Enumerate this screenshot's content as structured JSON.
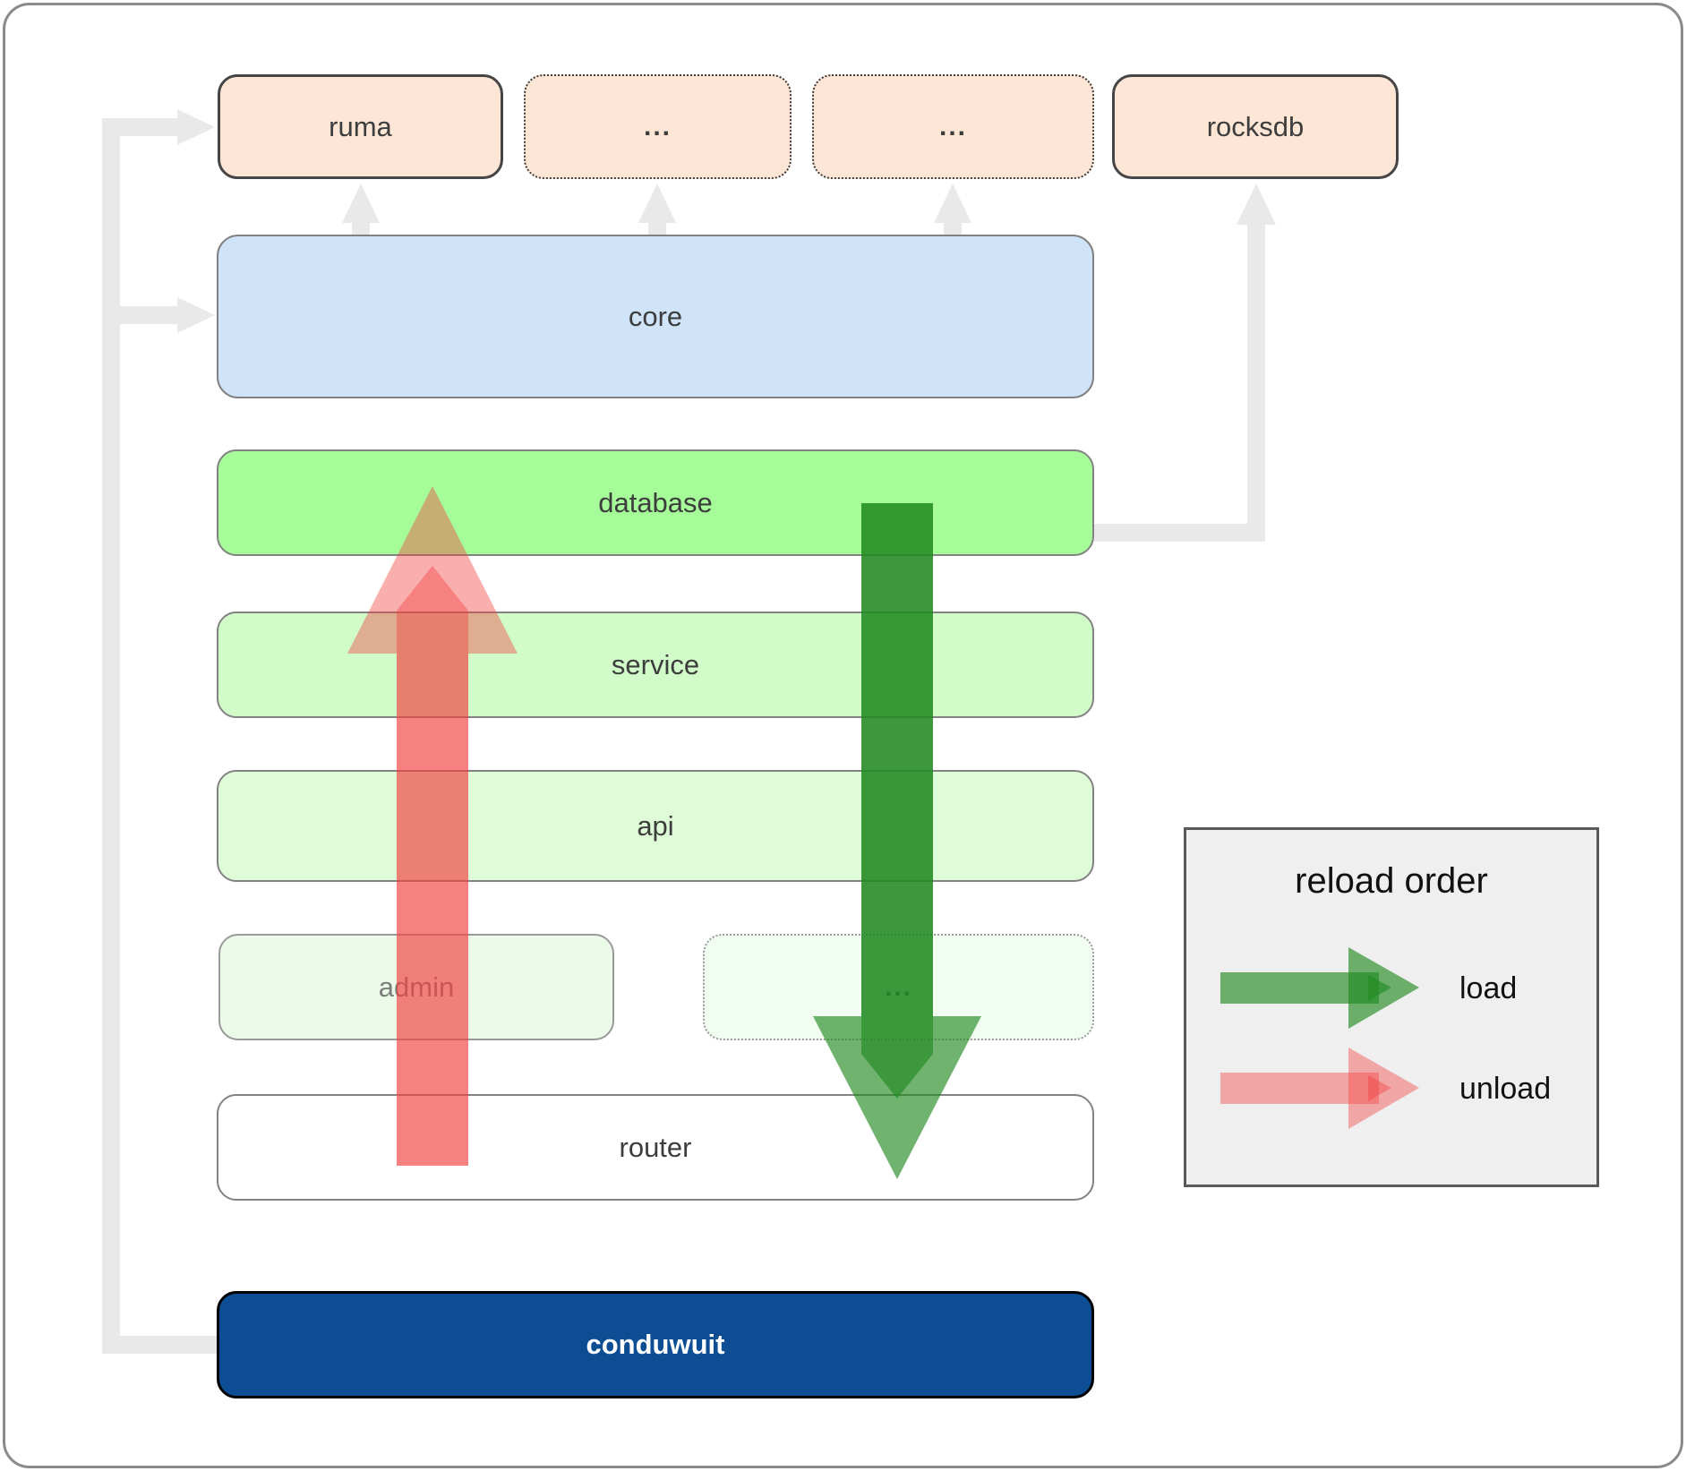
{
  "diagram": {
    "nodes": {
      "ruma": {
        "label": "ruma"
      },
      "dots_top_1": {
        "label": "..."
      },
      "dots_top_2": {
        "label": "..."
      },
      "rocksdb": {
        "label": "rocksdb"
      },
      "core": {
        "label": "core"
      },
      "database": {
        "label": "database"
      },
      "service": {
        "label": "service"
      },
      "api": {
        "label": "api"
      },
      "admin": {
        "label": "admin"
      },
      "dots_admin": {
        "label": "..."
      },
      "router": {
        "label": "router"
      },
      "conduwuit": {
        "label": "conduwuit"
      }
    },
    "legend": {
      "title": "reload order",
      "load_label": "load",
      "unload_label": "unload"
    }
  },
  "colors": {
    "frame-border": "#8a8a8a",
    "connector": "#e9e9e9",
    "label": "#3d3d3d",
    "peach-fill": "#fde6d6",
    "peach-border": "#454545",
    "dotted-border": "#3c3c3c",
    "core-fill": "#cfe4f9",
    "row-border": "#828282",
    "db-fill": "#a6fc99",
    "service-fill": "#d1fbc9",
    "api-fill": "#ddfcd7",
    "admin-fill": "#ecfae9",
    "admin-border": "#9a9a9a",
    "admin-text": "#7d7d7d",
    "dots-admin-fill": "#f2fdf1",
    "router-fill": "#ffffff",
    "conduwuit-fill": "#0d4d94",
    "conduwuit-border": "#000000",
    "legend-fill": "#efefef",
    "legend-border": "#5a5a5a",
    "arrow-green": "rgba(34,139,34,0.65)",
    "arrow-red": "rgba(244,64,64,0.42)"
  }
}
